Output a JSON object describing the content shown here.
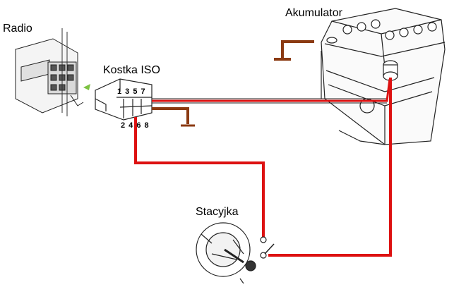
{
  "labels": {
    "radio": "Radio",
    "iso_connector": "Kostka ISO",
    "pins_top": "1 3 5 7",
    "pins_bottom": "2 4 6 8",
    "battery": "Akumulator",
    "ignition": "Stacyjka"
  },
  "colors": {
    "wire_red": "#dd1111",
    "ground_brown": "#8b3a12",
    "arrow_green": "#7dc242",
    "line": "#222222"
  },
  "icons": {
    "radio": "car-radio-icon",
    "connector": "iso-connector-icon",
    "battery": "battery-icon",
    "ignition": "ignition-switch-icon",
    "ground": "ground-symbol-icon"
  }
}
